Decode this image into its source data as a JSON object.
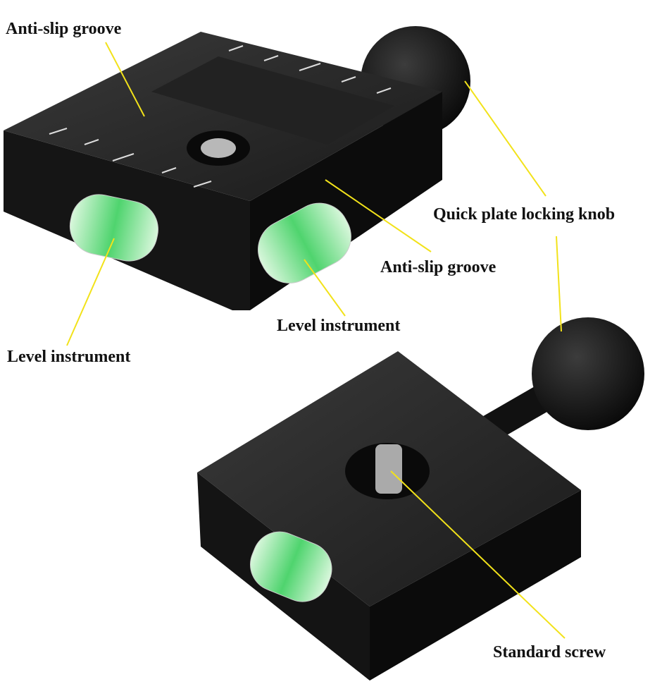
{
  "labels": {
    "anti_slip_top": "Anti-slip groove",
    "locking_knob": "Quick plate locking knob",
    "anti_slip_mid": "Anti-slip groove",
    "level_right": "Level instrument",
    "level_left": "Level instrument",
    "standard_screw": "Standard screw"
  },
  "colors": {
    "leader_line": "#f2e21a",
    "body": "#141414",
    "bubble": "#6fe08a"
  }
}
